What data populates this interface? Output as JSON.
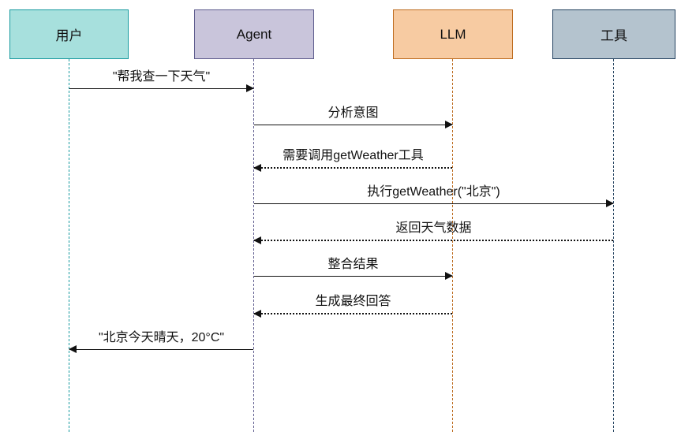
{
  "diagram": {
    "type": "sequence-diagram",
    "message_color": "#1a1a1a",
    "actors": [
      {
        "id": "user",
        "label": "用户",
        "fill": "#A7E0DD",
        "border": "#179A9F"
      },
      {
        "id": "agent",
        "label": "Agent",
        "fill": "#C9C5DB",
        "border": "#5D5B8D"
      },
      {
        "id": "llm",
        "label": "LLM",
        "fill": "#F7CBA2",
        "border": "#BD6B1E"
      },
      {
        "id": "tool",
        "label": "工具",
        "fill": "#B4C3CE",
        "border": "#23415F"
      }
    ],
    "messages": [
      {
        "from": "用户",
        "to": "Agent",
        "style": "solid",
        "label": "\"帮我查一下天气\""
      },
      {
        "from": "Agent",
        "to": "LLM",
        "style": "solid",
        "label": "分析意图"
      },
      {
        "from": "LLM",
        "to": "Agent",
        "style": "dotted",
        "label": "需要调用getWeather工具"
      },
      {
        "from": "Agent",
        "to": "工具",
        "style": "solid",
        "label": "执行getWeather(\"北京\")"
      },
      {
        "from": "工具",
        "to": "Agent",
        "style": "dotted",
        "label": "返回天气数据"
      },
      {
        "from": "Agent",
        "to": "LLM",
        "style": "solid",
        "label": "整合结果"
      },
      {
        "from": "LLM",
        "to": "Agent",
        "style": "dotted",
        "label": "生成最终回答"
      },
      {
        "from": "Agent",
        "to": "用户",
        "style": "solid",
        "label": "\"北京今天晴天，20°C\""
      }
    ]
  }
}
